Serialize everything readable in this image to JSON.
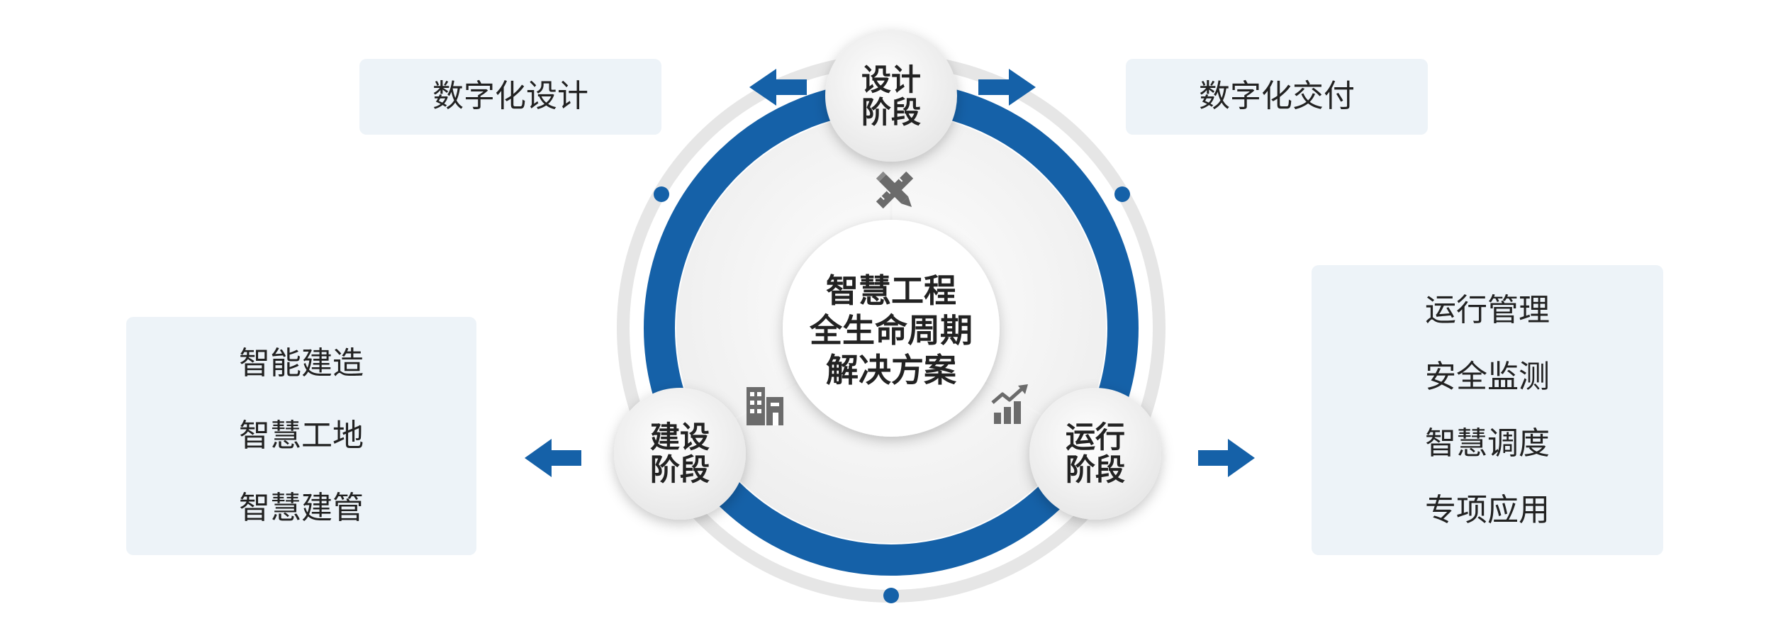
{
  "diagram": {
    "center_title": [
      "智慧工程",
      "全生命周期",
      "解决方案"
    ],
    "phases": {
      "design": {
        "label": [
          "设计",
          "阶段"
        ],
        "icon": "pencil-ruler-icon"
      },
      "build": {
        "label": [
          "建设",
          "阶段"
        ],
        "icon": "building-icon"
      },
      "operate": {
        "label": [
          "运行",
          "阶段"
        ],
        "icon": "growth-chart-icon"
      }
    },
    "boxes": {
      "design_left": {
        "label": "数字化设计"
      },
      "design_right": {
        "label": "数字化交付"
      },
      "build": {
        "items": [
          "智能建造",
          "智慧工地",
          "智慧建管"
        ]
      },
      "operate": {
        "items": [
          "运行管理",
          "安全监测",
          "智慧调度",
          "专项应用"
        ]
      }
    },
    "colors": {
      "primary_blue": "#1561a8",
      "box_bg": "#edf3f8",
      "outer_ring": "#e6e6e6",
      "icon_gray": "#6b6b6b"
    }
  }
}
